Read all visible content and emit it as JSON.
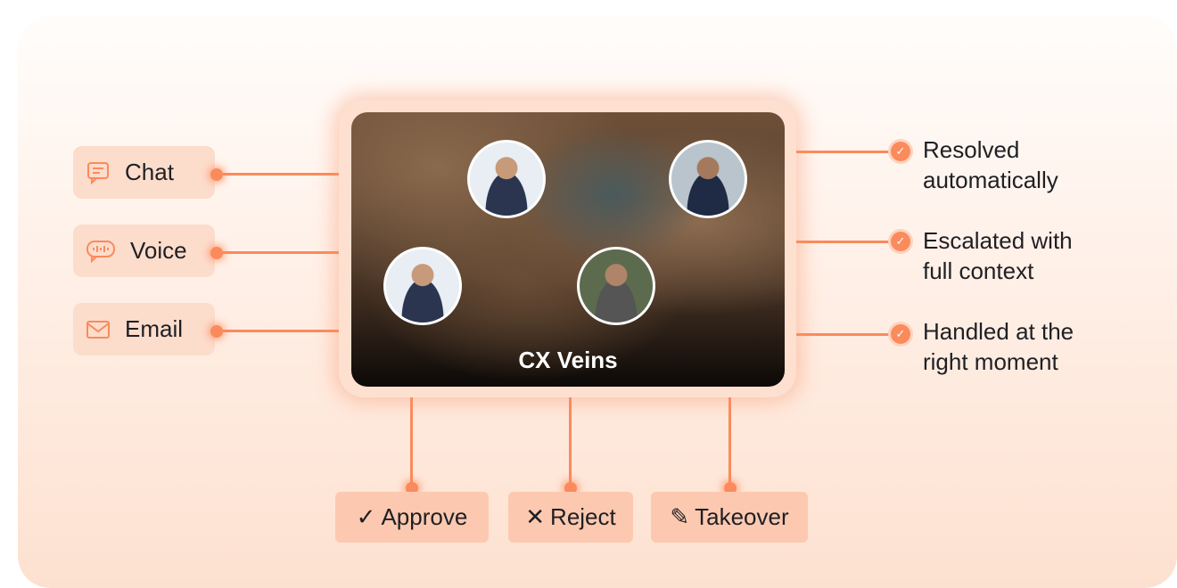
{
  "inputs": [
    {
      "label": "Chat",
      "icon": "chat-icon"
    },
    {
      "label": "Voice",
      "icon": "voice-icon"
    },
    {
      "label": "Email",
      "icon": "email-icon"
    }
  ],
  "hub": {
    "title": "CX Veins"
  },
  "outcomes": [
    {
      "line1": "Resolved",
      "line2": "automatically"
    },
    {
      "line1": "Escalated with",
      "line2": "full context"
    },
    {
      "line1": "Handled at the",
      "line2": "right moment"
    }
  ],
  "actions": [
    {
      "label": "Approve",
      "icon": "check-icon",
      "glyph": "✓"
    },
    {
      "label": "Reject",
      "icon": "x-icon",
      "glyph": "✕"
    },
    {
      "label": "Takeover",
      "icon": "pencil-icon",
      "glyph": "✎"
    }
  ],
  "colors": {
    "accent": "#fb8a5c",
    "pill": "#fcdccb",
    "button": "#fcc9b0"
  }
}
